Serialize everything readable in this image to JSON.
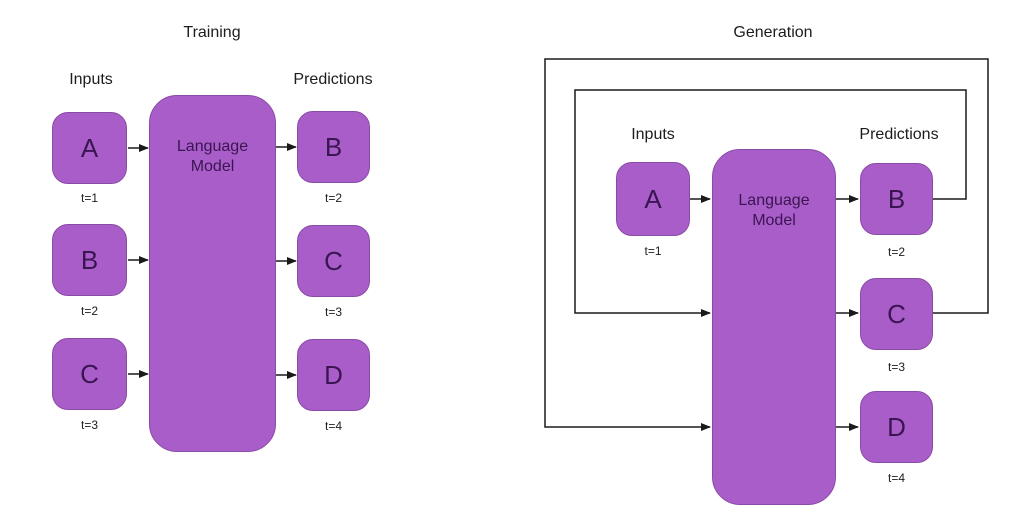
{
  "colors": {
    "background": "#ffffff",
    "box_fill": "#a95dc9",
    "box_border": "#8a4ba6",
    "box_letter": "#3a1552",
    "line": "#1a1a1a",
    "label": "#1c1c1c"
  },
  "training": {
    "title": "Training",
    "inputs_label": "Inputs",
    "predictions_label": "Predictions",
    "model_label": "Language Model",
    "inputs": [
      {
        "letter": "A",
        "time": "t=1"
      },
      {
        "letter": "B",
        "time": "t=2"
      },
      {
        "letter": "C",
        "time": "t=3"
      }
    ],
    "predictions": [
      {
        "letter": "B",
        "time": "t=2"
      },
      {
        "letter": "C",
        "time": "t=3"
      },
      {
        "letter": "D",
        "time": "t=4"
      }
    ]
  },
  "generation": {
    "title": "Generation",
    "inputs_label": "Inputs",
    "predictions_label": "Predictions",
    "model_label": "Language Model",
    "inputs": [
      {
        "letter": "A",
        "time": "t=1"
      }
    ],
    "predictions": [
      {
        "letter": "B",
        "time": "t=2"
      },
      {
        "letter": "C",
        "time": "t=3"
      },
      {
        "letter": "D",
        "time": "t=4"
      }
    ]
  }
}
